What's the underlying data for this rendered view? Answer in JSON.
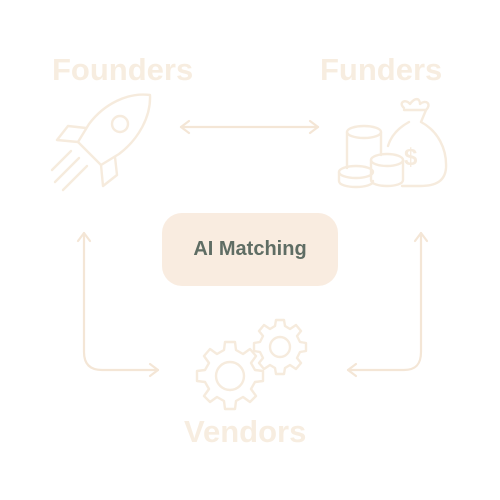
{
  "nodes": {
    "founders": {
      "label": "Founders",
      "icon": "rocket-icon"
    },
    "funders": {
      "label": "Funders",
      "icon": "money-bag-icon"
    },
    "vendors": {
      "label": "Vendors",
      "icon": "gears-icon"
    },
    "center": {
      "label": "AI Matching"
    }
  },
  "funders_icon_symbol": "$",
  "colors": {
    "background": "#ffffff",
    "faded_accent": "#f7ede0",
    "center_fill": "#f9ece0",
    "center_text": "#5f6d64"
  }
}
